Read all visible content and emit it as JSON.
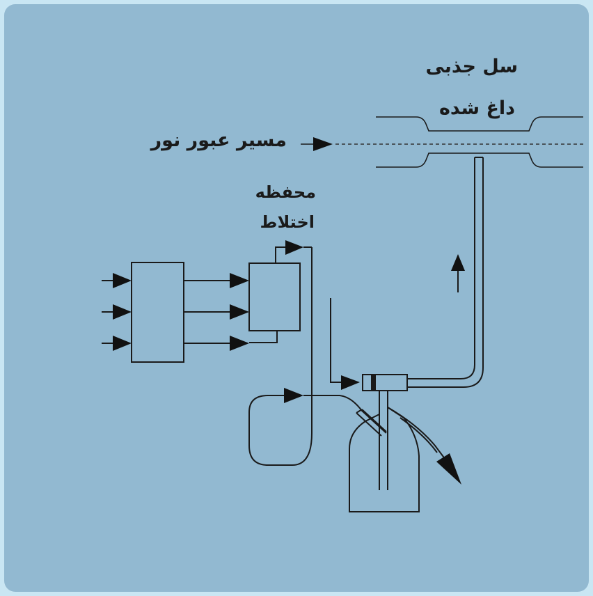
{
  "labels": {
    "absorption_cell_line1": "سل جذبی",
    "absorption_cell_line2": "داغ شده",
    "light_path": "مسیر عبور نور",
    "mixing_chamber_line1": "محفظه",
    "mixing_chamber_line2": "اختلاط"
  },
  "colors": {
    "page_background": "#c9e6f3",
    "panel_background": "#92b9d1",
    "ink": "#1a1a1a"
  }
}
